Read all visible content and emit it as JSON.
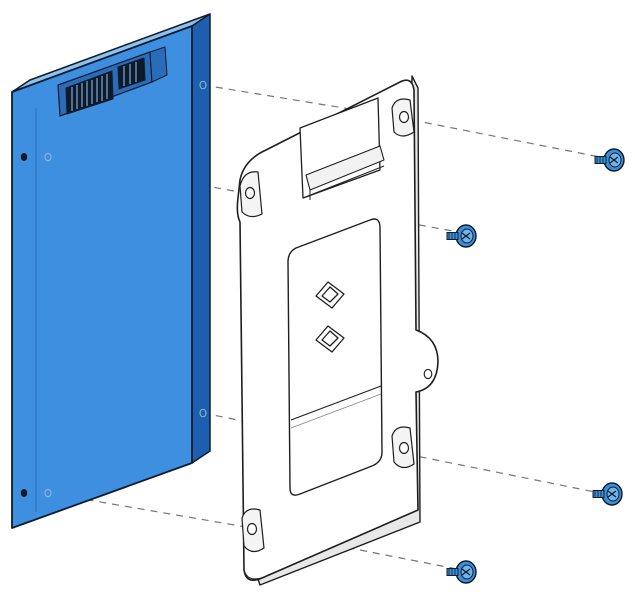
{
  "figure": {
    "kind": "exploded-assembly-illustration",
    "parts": {
      "drive": {
        "icon": "ssd-2.5-inch",
        "fill_color": "#3f8fe0",
        "dark_color": "#1c5fae",
        "mounting_holes": 4
      },
      "bracket": {
        "icon": "mounting-bracket",
        "fill_color": "#ffffff",
        "arrow_marks": 2,
        "mounting_holes": 4
      },
      "screws": {
        "icon": "mounting-screw",
        "count": 4,
        "color": "#3c8fd6"
      }
    },
    "guide_lines": {
      "style": "dashed",
      "count": 6,
      "color": "#777777"
    },
    "text_labels": []
  }
}
